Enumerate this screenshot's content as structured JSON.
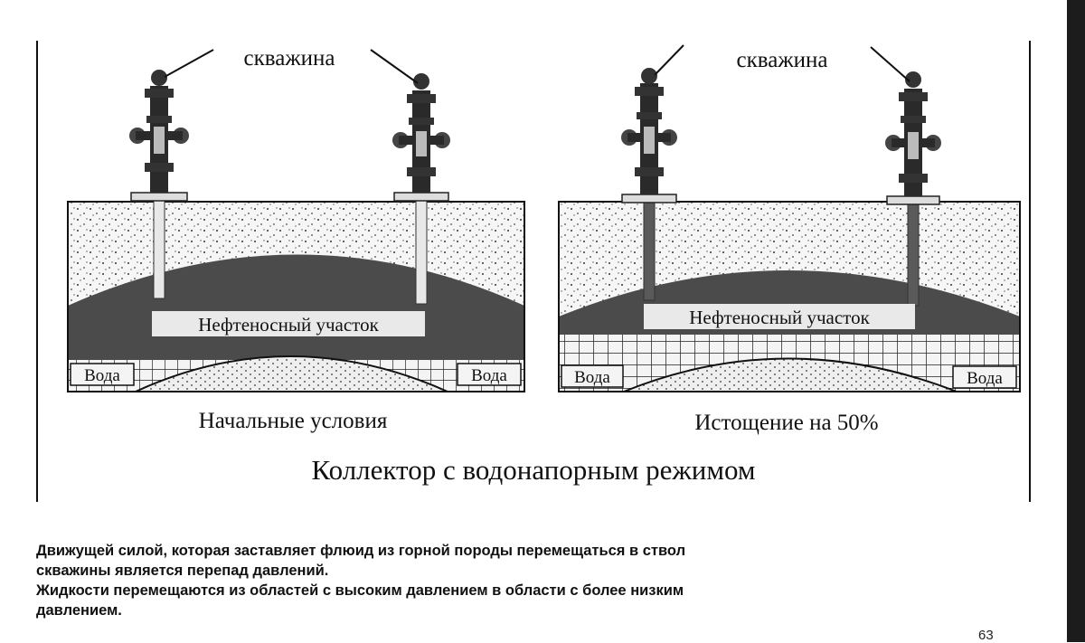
{
  "figure": {
    "left_panel": {
      "well_label": "скважина",
      "oil_zone_label": "Нефтеносный участок",
      "water_left": "Вода",
      "water_right": "Вода",
      "caption": "Начальные условия"
    },
    "right_panel": {
      "well_label": "скважина",
      "oil_zone_label": "Нефтеносный участок",
      "water_left": "Вода",
      "water_right": "Вода",
      "caption": "Истощение на 50%"
    },
    "title": "Коллектор с водонапорным режимом"
  },
  "text": {
    "line1": "Движущей силой, которая заставляет флюид из горной породы перемещаться в ствол",
    "line2": "скважины является перепад давлений.",
    "line3": "Жидкости перемещаются из областей с высоким давлением в области с более низким",
    "line4": "давлением."
  },
  "page_number": "63",
  "colors": {
    "oil": "#4b4b4b",
    "sand_dots": "#222222",
    "frame": "#111111"
  }
}
